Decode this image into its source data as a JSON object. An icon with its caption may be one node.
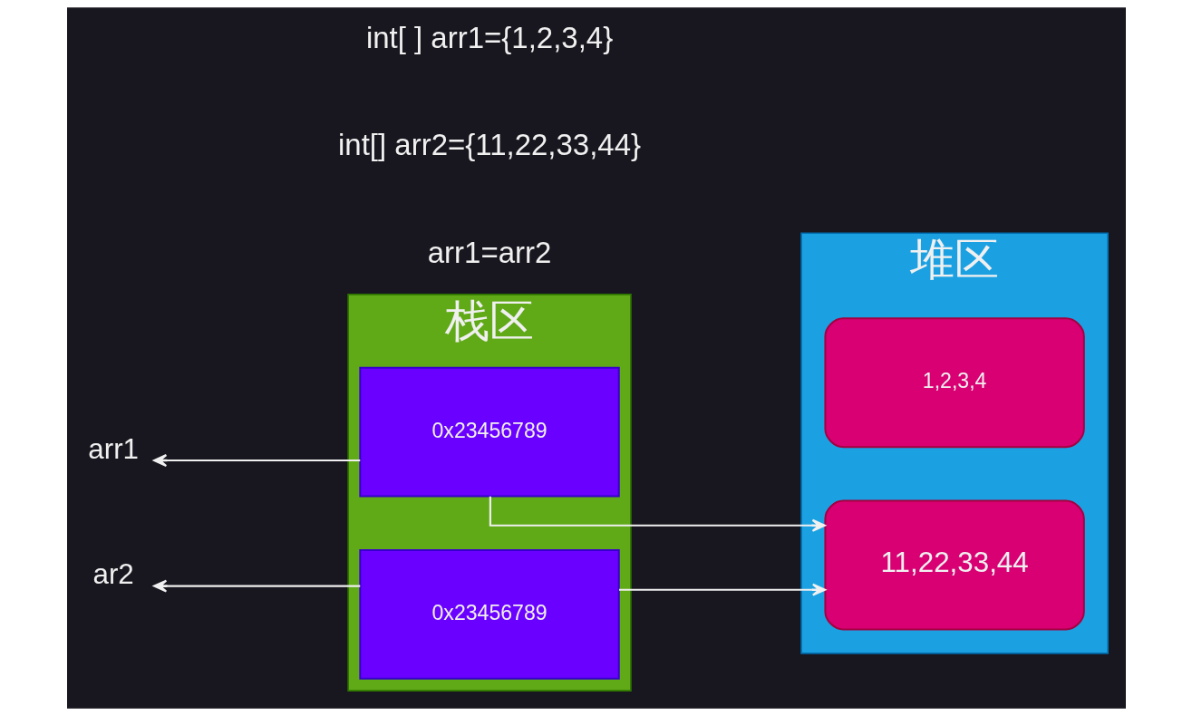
{
  "diagram": {
    "nodes": [
      {
        "text": [
          "栈区"
        ]
      },
      {
        "text": [
          "0x23456789"
        ],
        "in": 0
      },
      {
        "text": [
          "0x23456789"
        ],
        "in": 0
      },
      {
        "text": [
          "堆区"
        ]
      },
      {
        "text": [
          "1,2,3,4"
        ],
        "in": 3
      },
      {
        "text": [
          "11,22,33,44"
        ],
        "in": 3
      },
      {
        "text": [
          "arr1"
        ]
      },
      {
        "text": [
          "ar2"
        ]
      }
    ],
    "edges": [
      {
        "from": 1,
        "to": 6,
        "arrow": "to"
      },
      {
        "from": 2,
        "to": 7,
        "arrow": "to"
      },
      {
        "from": 1,
        "to": 5,
        "arrow": "to"
      },
      {
        "from": 2,
        "to": 5,
        "arrow": "to"
      }
    ],
    "labels": [
      "int[ ] arr1={1,2,3,4}",
      "int[] arr2={11,22,33,44}",
      "arr1=arr2"
    ]
  }
}
